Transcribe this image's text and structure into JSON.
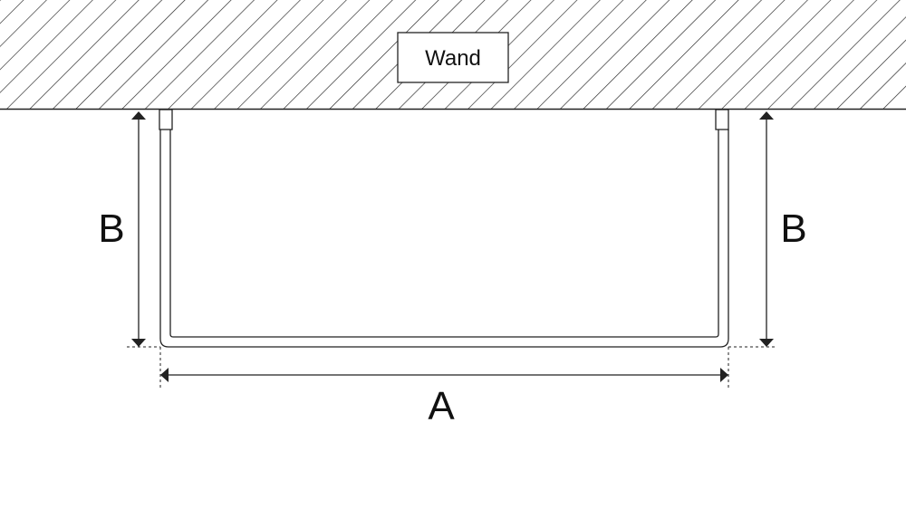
{
  "wall": {
    "label": "Wand"
  },
  "dimensions": {
    "width_label": "A",
    "height_left_label": "B",
    "height_right_label": "B"
  }
}
